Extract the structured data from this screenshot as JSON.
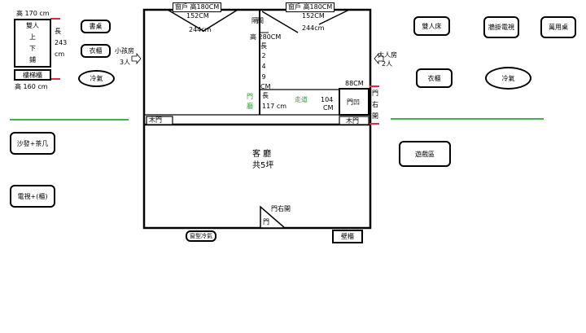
{
  "left_room": {
    "height_label": "高 170 cm",
    "bunk_bed_chars": [
      "雙人",
      "上",
      "下",
      "鋪"
    ],
    "length_chars": [
      "長",
      "243",
      "cm"
    ],
    "stair_cabinet": "樓梯櫃",
    "stair_height": "高 160 cm",
    "desk": "書桌",
    "wardrobe": "衣櫃",
    "aircon": "冷氣",
    "kids_room": "小孩房",
    "kids_count": "3人"
  },
  "floorplan": {
    "window_left": "窗戶 高180CM",
    "window_right": "窗戶 高180CM",
    "left_152": "152CM",
    "left_244": "244cm",
    "right_152": "152CM",
    "right_244": "244cm",
    "partition_chars": [
      "隔",
      "間"
    ],
    "partition_height": "高 280CM",
    "partition_length_chars": [
      "長",
      "2",
      "4",
      "9",
      "CM"
    ],
    "door_left_chars": [
      "門",
      "廳"
    ],
    "corridor_length": "長",
    "corridor_117": "117 cm",
    "corridor": "走道",
    "corridor_104": "104",
    "corridor_104_unit": "CM",
    "dim_88": "88CM",
    "door_open": "門凹",
    "door_right_chars": [
      "門",
      "右",
      "開"
    ],
    "wood_door_left": "木門",
    "wood_door_right": "木門",
    "living_room": "客 廳",
    "living_area": "共5坪",
    "door_right_open": "門右開",
    "door_bottom": "門",
    "bottom_left_item": "窗型冷氣",
    "bottom_right_item": "壁櫃"
  },
  "right_room": {
    "adult_room": "大人房",
    "adult_count": "2人",
    "double_bed": "雙人床",
    "wall_tv": "牆掛電視",
    "makeup_table": "萬用桌",
    "wardrobe": "衣櫃",
    "aircon": "冷氣"
  },
  "outside": {
    "sofa": "沙發+茶几",
    "tv_cabinet": "電視+(櫃)",
    "game_area": "遊戲區"
  },
  "colors": {
    "green_line": "#3cb44b",
    "red_mark": "#e8253a",
    "door_label": "#2ca02c"
  }
}
